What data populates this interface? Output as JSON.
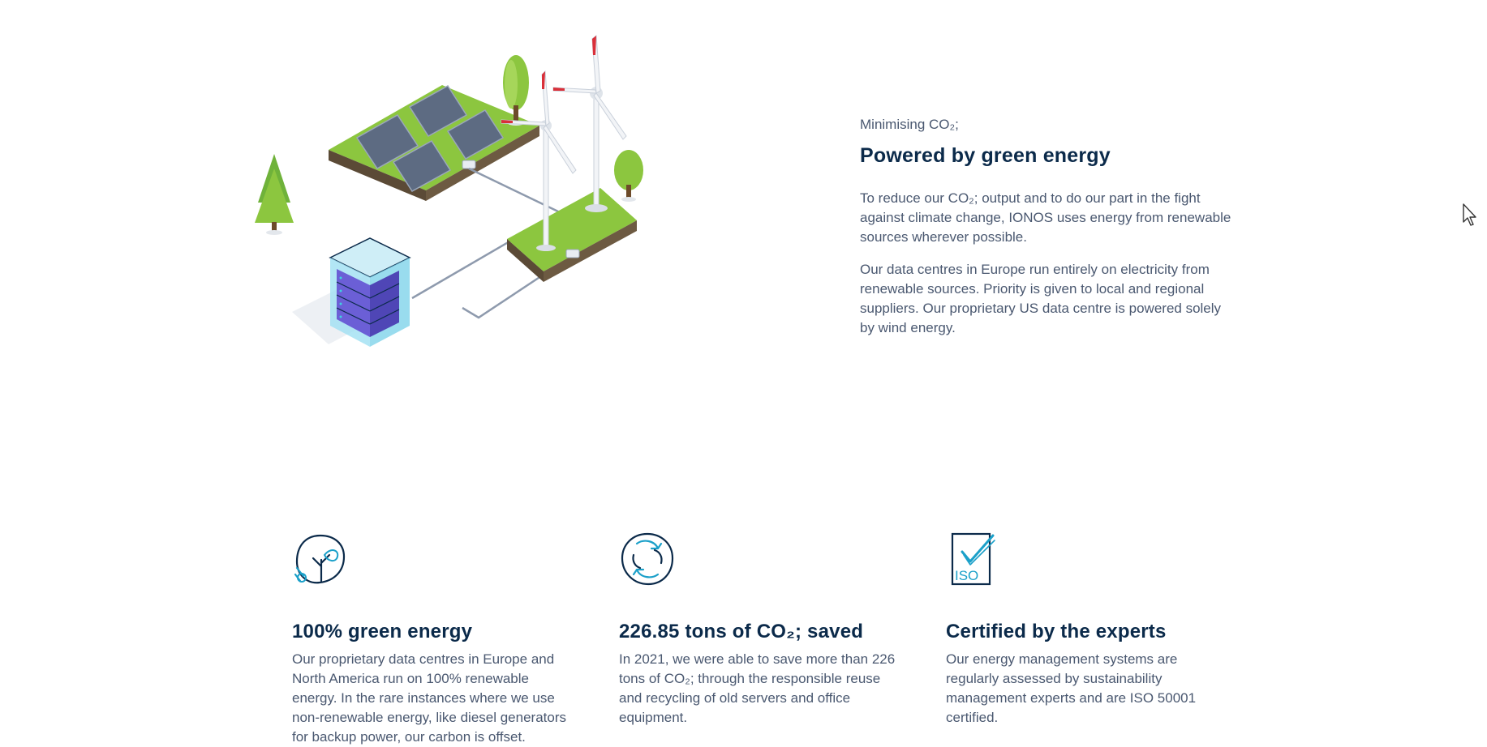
{
  "hero": {
    "eyebrow": "Minimising CO₂;",
    "title": "Powered by green energy",
    "paragraphs": [
      "To reduce our CO₂; output and to do our part in the fight against climate change, IONOS uses energy from renewable sources wherever possible.",
      "Our data centres in Europe run entirely on electricity from renewable sources. Priority is given to local and regional suppliers. Our proprietary US data centre is powered solely by wind energy."
    ]
  },
  "features": [
    {
      "icon": "plant-plug-icon",
      "title": "100% green energy",
      "text": "Our proprietary data centres in Europe and North America run on 100% renewable energy. In the rare instances where we use non-renewable energy, like diesel generators for backup power, our carbon is offset."
    },
    {
      "icon": "recycle-arrows-icon",
      "title": "226.85 tons of CO₂; saved",
      "text": "In 2021, we were able to save more than 226 tons of CO₂; through the responsible reuse and recycling of old servers and office equipment."
    },
    {
      "icon": "iso-certificate-icon",
      "title": "Certified by the experts",
      "text": "Our energy management systems are regularly assessed by sustainability management experts and are ISO 50001 certified."
    }
  ],
  "colors": {
    "heading": "#0b2a4a",
    "body": "#4a5870",
    "grass": "#8cc63f",
    "accent": "#1ba0c9"
  }
}
